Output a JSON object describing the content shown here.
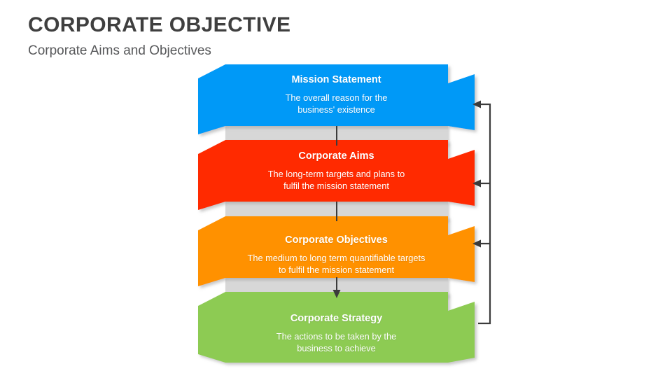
{
  "header": {
    "title": "CORPORATE OBJECTIVE",
    "subtitle": "Corporate Aims and Objectives"
  },
  "colors": {
    "background": "#ffffff",
    "title_text": "#3f3f3f",
    "subtitle_text": "#58595b",
    "band_text": "#ffffff",
    "connector_bar": "#d7d7d7",
    "connector_line": "#3b3b3b",
    "feedback_line": "#3b3b3b",
    "shadow": "#bdbdbd",
    "mission": "#0099f7",
    "aims": "#ff2a00",
    "objectives": "#ff9100",
    "strategy": "#8dcb52"
  },
  "diagram": {
    "type": "layered-ribbon-funnel",
    "bands": [
      {
        "id": "mission-statement",
        "title": "Mission Statement",
        "description": "The overall reason for the\nbusiness' existence",
        "description_lines": [
          "The overall reason for the",
          "business' existence"
        ],
        "color": "#0099f7"
      },
      {
        "id": "corporate-aims",
        "title": "Corporate Aims",
        "description": "The long-term targets and plans to\nfulfil the mission statement",
        "description_lines": [
          "The long-term targets and plans to",
          "fulfil the mission statement"
        ],
        "color": "#ff2a00"
      },
      {
        "id": "corporate-objectives",
        "title": "Corporate Objectives",
        "description": "The medium to long term quantifiable targets\nto fulfil the mission statement",
        "description_lines": [
          "The medium to long term quantifiable targets",
          "to fulfil the mission statement"
        ],
        "color": "#ff9100"
      },
      {
        "id": "corporate-strategy",
        "title": "Corporate Strategy",
        "description": "The actions to be taken by the\nbusiness to achieve",
        "description_lines": [
          "The actions to be taken by the",
          "business to achieve"
        ],
        "color": "#8dcb52"
      }
    ],
    "connectors": [
      {
        "id": "mission-to-aims",
        "style": "line"
      },
      {
        "id": "aims-to-objectives",
        "style": "line"
      },
      {
        "id": "objectives-to-strategy",
        "style": "arrow-down"
      }
    ],
    "feedback_loop": {
      "id": "strategy-feedback-loop",
      "from": "corporate-strategy",
      "arrow_targets": [
        "mission-statement",
        "corporate-aims",
        "corporate-objectives"
      ],
      "direction": "left"
    }
  }
}
